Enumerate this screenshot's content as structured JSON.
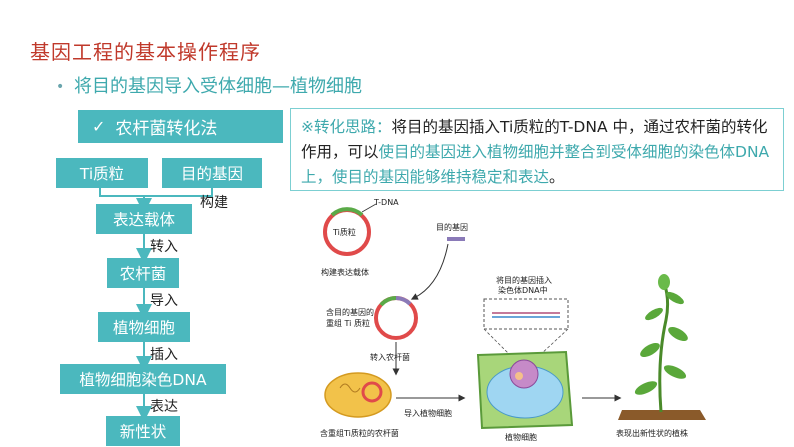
{
  "slide": {
    "title": "基因工程的基本操作程序",
    "bullet": "将目的基因导入受体细胞—植物细胞",
    "header_check": "✓",
    "header_label": "农杆菌转化法"
  },
  "tip": {
    "part1": "※转化思路：",
    "part2": "将目的基因插入Ti质粒的T-DNA 中，通过农杆菌的转化作用，可以",
    "part3": "使目的基因进入植物细胞并整合到受体细胞的染色体DNA上，使目的基因能够维持稳定和表达",
    "part4": "。"
  },
  "flow": {
    "ti_plasmid": "Ti质粒",
    "target_gene": "目的基因",
    "construct": "构建",
    "vector": "表达载体",
    "transfer": "转入",
    "agro": "农杆菌",
    "import": "导入",
    "plant_cell": "植物细胞",
    "insert": "插入",
    "chromosome": "植物细胞染色DNA",
    "express": "表达",
    "new_trait": "新性状"
  },
  "diagram": {
    "tdna": "T-DNA",
    "ti": "Ti质粒",
    "gene": "目的基因",
    "build": "构建表达载体",
    "recombinant_1": "含目的基因的",
    "recombinant_2": "重组  Ti 质粒",
    "into_agro": "转入农杆菌",
    "gene_insert_1": "将目的基因插入",
    "gene_insert_2": "染色体DNA中",
    "import_cell": "导入植物细胞",
    "agro_cell": "含重组Ti质粒的农杆菌",
    "plant_cell": "植物细胞",
    "new_plant": "表现出新性状的植株"
  },
  "colors": {
    "title": "#c0392b",
    "accent": "#3ea9ad",
    "box": "#4bb8be"
  }
}
